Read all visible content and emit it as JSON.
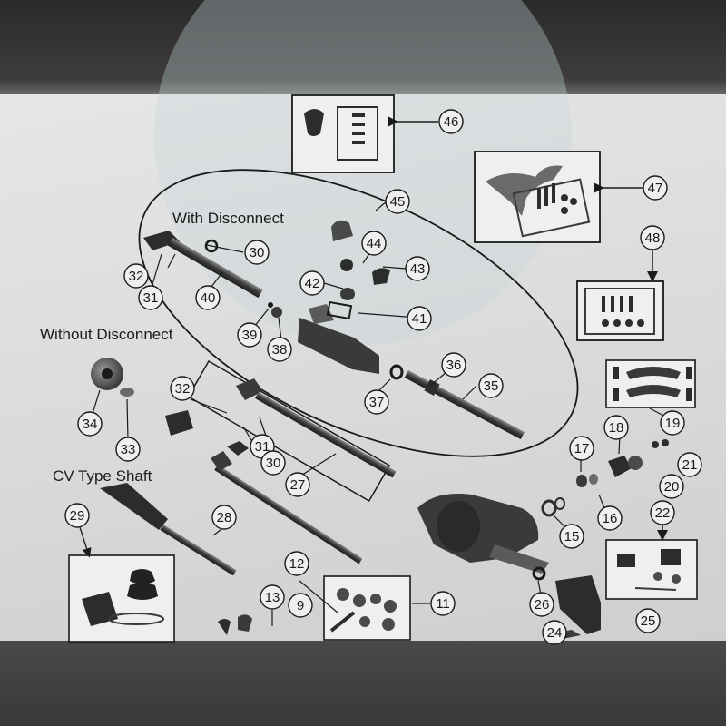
{
  "labels": {
    "with_disconnect": "With Disconnect",
    "without_disconnect": "Without Disconnect",
    "cv_type_shaft": "CV Type Shaft"
  },
  "callouts": [
    {
      "id": "9",
      "text": "9"
    },
    {
      "id": "11",
      "text": "11"
    },
    {
      "id": "12",
      "text": "12"
    },
    {
      "id": "13",
      "text": "13"
    },
    {
      "id": "15",
      "text": "15"
    },
    {
      "id": "16",
      "text": "16"
    },
    {
      "id": "17",
      "text": "17"
    },
    {
      "id": "18",
      "text": "18"
    },
    {
      "id": "19",
      "text": "19"
    },
    {
      "id": "20",
      "text": "20"
    },
    {
      "id": "21",
      "text": "21"
    },
    {
      "id": "22",
      "text": "22"
    },
    {
      "id": "24",
      "text": "24"
    },
    {
      "id": "25",
      "text": "25"
    },
    {
      "id": "26",
      "text": "26"
    },
    {
      "id": "27",
      "text": "27"
    },
    {
      "id": "28",
      "text": "28"
    },
    {
      "id": "29",
      "text": "29"
    },
    {
      "id": "30a",
      "text": "30"
    },
    {
      "id": "30b",
      "text": "30"
    },
    {
      "id": "31a",
      "text": "31"
    },
    {
      "id": "31b",
      "text": "31"
    },
    {
      "id": "32a",
      "text": "32"
    },
    {
      "id": "32b",
      "text": "32"
    },
    {
      "id": "33",
      "text": "33"
    },
    {
      "id": "34",
      "text": "34"
    },
    {
      "id": "35",
      "text": "35"
    },
    {
      "id": "36",
      "text": "36"
    },
    {
      "id": "37",
      "text": "37"
    },
    {
      "id": "38",
      "text": "38"
    },
    {
      "id": "39",
      "text": "39"
    },
    {
      "id": "40",
      "text": "40"
    },
    {
      "id": "41",
      "text": "41"
    },
    {
      "id": "42",
      "text": "42"
    },
    {
      "id": "43",
      "text": "43"
    },
    {
      "id": "44",
      "text": "44"
    },
    {
      "id": "45",
      "text": "45"
    },
    {
      "id": "46",
      "text": "46"
    },
    {
      "id": "47",
      "text": "47"
    },
    {
      "id": "48",
      "text": "48"
    }
  ],
  "colors": {
    "ink": "#1a1a1a",
    "part_dark": "#2c2c2c",
    "part_mid": "#5a5a5a",
    "page": "#dededc"
  }
}
